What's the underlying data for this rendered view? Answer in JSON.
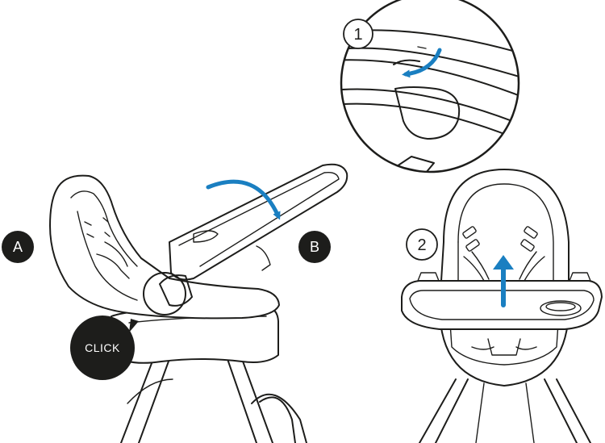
{
  "labels": {
    "a": "A",
    "b": "B",
    "step1": "1",
    "step2": "2",
    "click": "CLICK"
  },
  "colors": {
    "ink": "#1d1d1b",
    "arrow": "#1a7fc1",
    "background": "#ffffff"
  },
  "icons": {
    "rotate_arrow": "curved-arrow-icon",
    "insert_arrow": "curved-arrow-icon",
    "lift_arrow": "up-arrow-icon"
  }
}
